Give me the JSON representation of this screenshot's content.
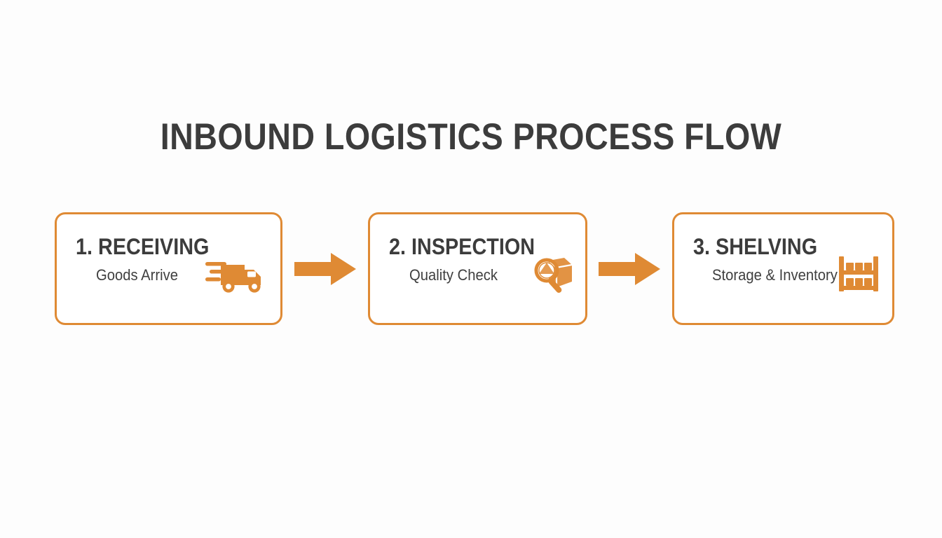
{
  "page": {
    "title": "INBOUND LOGISTICS PROCESS FLOW",
    "background_color": "#fdfdfd",
    "accent_color": "#df8a34",
    "text_color": "#3c3c3c"
  },
  "flow": {
    "steps": [
      {
        "title": "1. RECEIVING",
        "subtitle": "Goods Arrive",
        "icon": "delivery-truck-icon"
      },
      {
        "title": "2. INSPECTION",
        "subtitle": "Quality Check",
        "icon": "magnifier-package-icon"
      },
      {
        "title": "3. SHELVING",
        "subtitle": "Storage & Inventory",
        "icon": "shelving-rack-icon"
      }
    ],
    "connectors": [
      {
        "icon": "arrow-right-icon"
      },
      {
        "icon": "arrow-right-icon"
      }
    ]
  }
}
